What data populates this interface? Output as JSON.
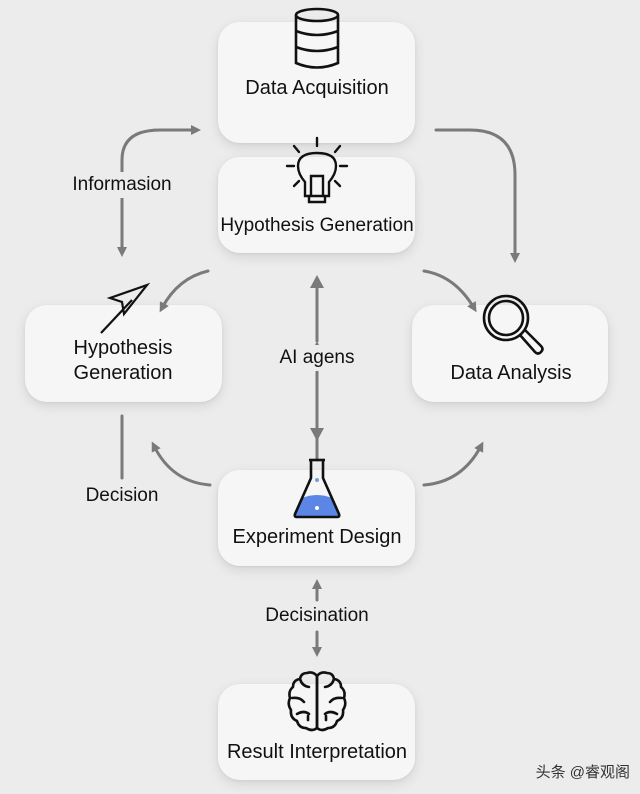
{
  "nodes": {
    "data_acquisition": "Data Acquisition",
    "hypothesis_generation_center": "Hypothesis Generation",
    "hypothesis_generation_left": [
      "Hypothesis",
      "Generation"
    ],
    "data_analysis": "Data Analysis",
    "experiment_design": "Experiment Design",
    "result_interpretation": "Result Interpretation"
  },
  "edge_labels": {
    "informasion": "Informasion",
    "ai_agens": "AI agens",
    "decision": "Decision",
    "decisination": "Decisination"
  },
  "icons": [
    "database-icon",
    "lightbulb-icon",
    "arrow-cursor-icon",
    "magnifier-icon",
    "flask-icon",
    "brain-icon"
  ],
  "colors": {
    "arrow": "#7a7a7a",
    "flask_liquid": "#5b86e5",
    "background": "#ececec"
  },
  "watermark": "头条 @睿观阁"
}
